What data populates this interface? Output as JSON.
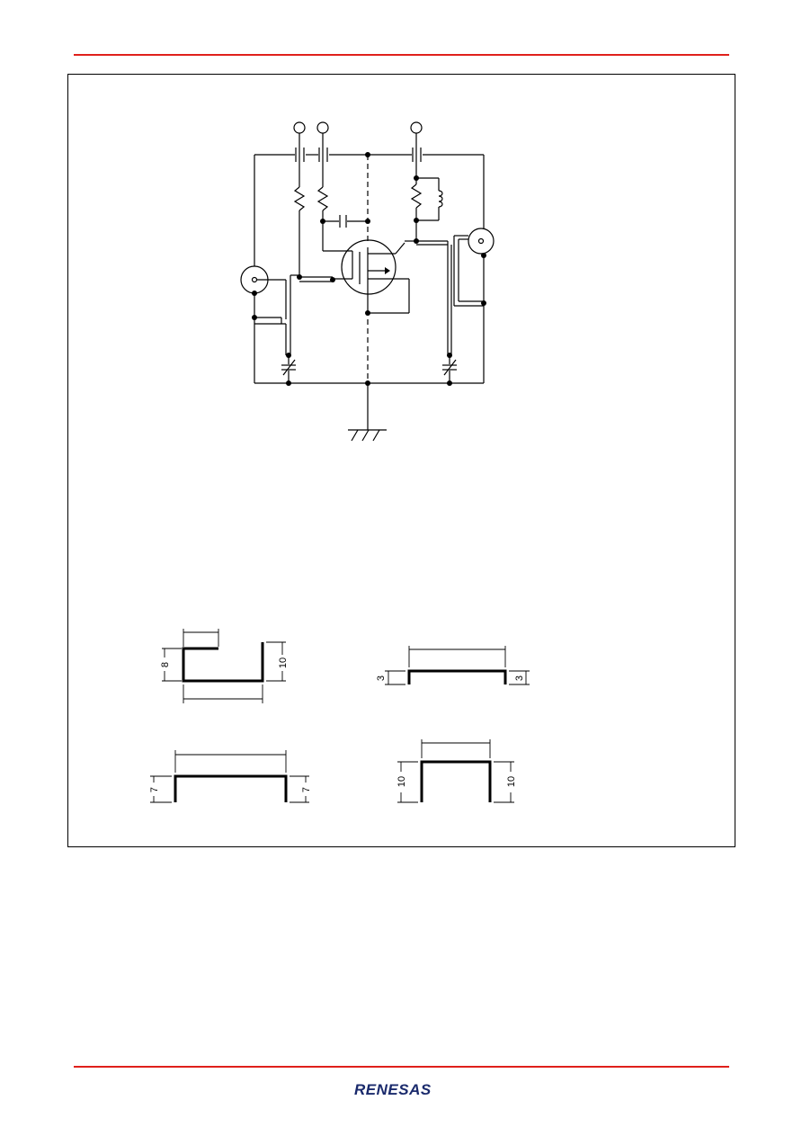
{
  "document": {
    "accent_color": "#e0201b",
    "frame_color": "#000000"
  },
  "circuit": {
    "description_icon": "schematic-uhf-amplifier-test-circuit"
  },
  "stubs": {
    "dimension_labels": {
      "stub1_height": "8",
      "stub1_right": "10",
      "stub2_left": "3",
      "stub2_right": "3",
      "stub3_left": "7",
      "stub3_right": "7",
      "stub4_left": "10",
      "stub4_right": "10"
    }
  },
  "footer": {
    "logo_text": "RENESAS",
    "logo_color": "#1a2a6c"
  }
}
